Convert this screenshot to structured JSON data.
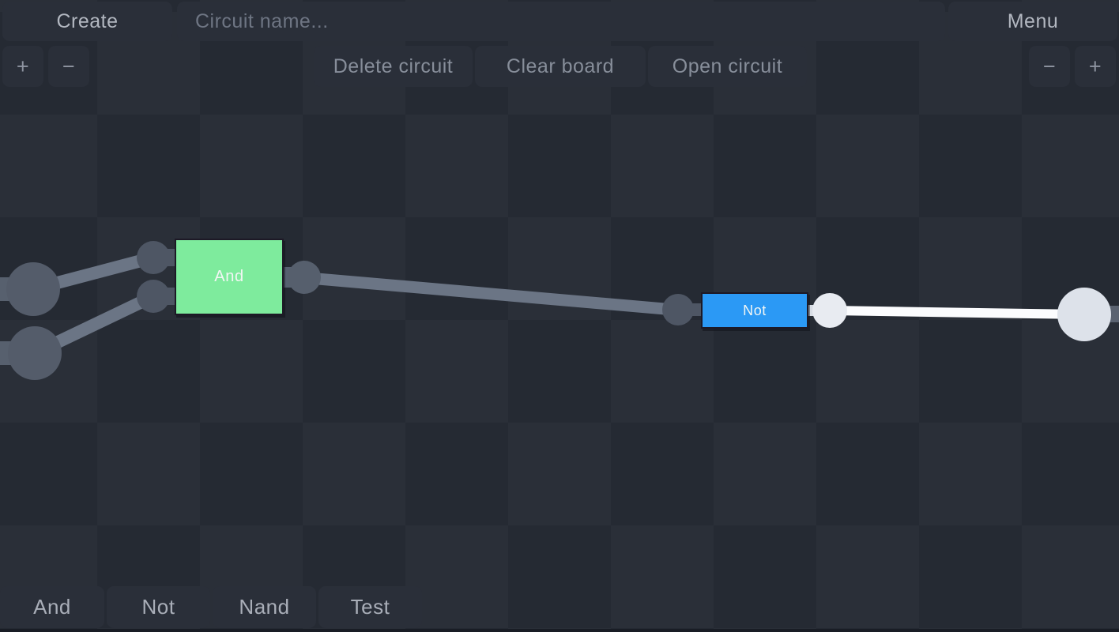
{
  "top_bar": {
    "create_label": "Create",
    "circuit_name_input": {
      "value": "",
      "placeholder": "Circuit name..."
    },
    "menu_label": "Menu"
  },
  "zoom_controls": {
    "left_zoom_in": "+",
    "left_zoom_out": "−",
    "right_zoom_out": "−",
    "right_zoom_in": "+"
  },
  "circuit_actions": {
    "delete_circuit": "Delete circuit",
    "clear_board": "Clear board",
    "open_circuit": "Open circuit"
  },
  "palette": {
    "and_label": "And",
    "not_label": "Not",
    "nand_label": "Nand",
    "test_label": "Test"
  },
  "canvas": {
    "gates": [
      {
        "id": "and-gate",
        "label": "And",
        "color": "#7eeb9d"
      },
      {
        "id": "not-gate",
        "label": "Not",
        "color": "#2b99f5"
      }
    ],
    "nodes": [
      {
        "id": "input-a",
        "kind": "input-terminal",
        "state": "off"
      },
      {
        "id": "input-b",
        "kind": "input-terminal",
        "state": "off"
      },
      {
        "id": "and-in-1",
        "kind": "gate-input",
        "state": "off"
      },
      {
        "id": "and-in-2",
        "kind": "gate-input",
        "state": "off"
      },
      {
        "id": "and-out",
        "kind": "gate-output",
        "state": "off"
      },
      {
        "id": "not-in",
        "kind": "gate-input",
        "state": "off"
      },
      {
        "id": "not-out",
        "kind": "gate-output",
        "state": "on"
      },
      {
        "id": "output-lamp",
        "kind": "output-terminal",
        "state": "on"
      }
    ],
    "wires": [
      {
        "from": "offscreen-left",
        "to": "input-a",
        "state": "off"
      },
      {
        "from": "offscreen-left",
        "to": "input-b",
        "state": "off"
      },
      {
        "from": "input-a",
        "to": "and-in-1",
        "state": "off"
      },
      {
        "from": "input-b",
        "to": "and-in-2",
        "state": "off"
      },
      {
        "from": "and-out",
        "to": "not-in",
        "state": "off"
      },
      {
        "from": "not-out",
        "to": "output-lamp",
        "state": "on"
      },
      {
        "from": "output-lamp",
        "to": "offscreen-right",
        "state": "off"
      }
    ]
  },
  "colors": {
    "background": "#252a33",
    "button_bg": "#2a2f39",
    "button_text": "#b2b7c0",
    "action_text": "#878e9a",
    "placeholder_text": "#6e7583",
    "gate_and_green": "#7eeb9d",
    "gate_not_blue": "#2b99f5",
    "wire_off": "#6b7585",
    "wire_on": "#fbfcfe",
    "node_off": "#4e5664",
    "node_on": "#e8ebf1"
  }
}
